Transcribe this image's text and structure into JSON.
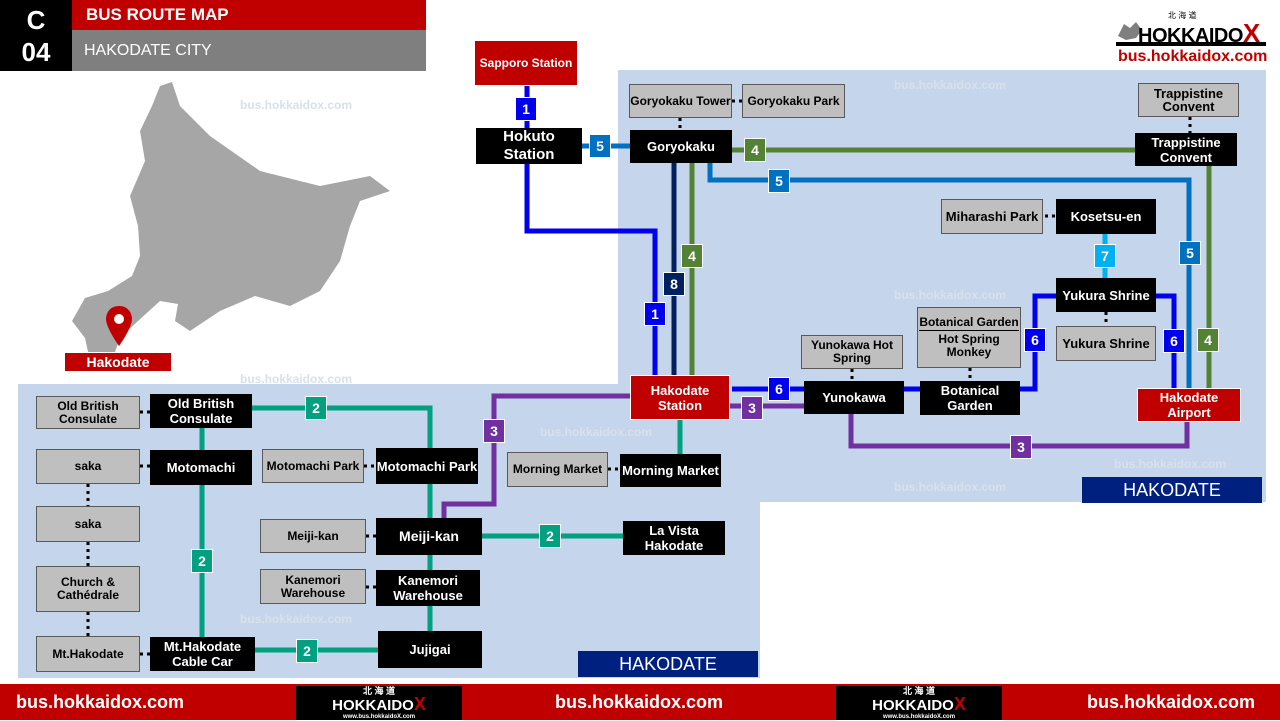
{
  "header": {
    "code_letter": "C",
    "code_number": "04",
    "title": "BUS ROUTE MAP",
    "subtitle": "HAKODATE CITY"
  },
  "brand": {
    "logo_text": "HOKKAIDO",
    "logo_x": "X",
    "logo_kanji": "北 海 道",
    "url": "bus.hokkaidox.com",
    "footer_url": "www.bus.hokkaidoX.com"
  },
  "inset_map": {
    "marker_label": "Hakodate"
  },
  "watermark": "bus.hokkaidox.com",
  "regions": {
    "east_label": "HAKODATE",
    "west_label": "HAKODATE"
  },
  "stops": {
    "sapporo": "Sapporo Station",
    "hokuto": "Hokuto Station",
    "goryokaku": "Goryokaku",
    "trappistine": "Trappistine Convent",
    "kosetsuen": "Kosetsu-en",
    "yukura": "Yukura Shrine",
    "hakodate_station": "Hakodate Station",
    "yunokawa": "Yunokawa",
    "botanical": "Botanical Garden",
    "airport": "Hakodate Airport",
    "morning_market": "Morning Market",
    "la_vista": "La Vista Hakodate",
    "old_british": "Old British Consulate",
    "motomachi": "Motomachi",
    "motomachi_park": "Motomachi Park",
    "meijikan": "Meiji-kan",
    "kanemori": "Kanemori Warehouse",
    "jujigai": "Jujigai",
    "cable_car": "Mt.Hakodate Cable Car"
  },
  "pois": {
    "goryokaku_tower": "Goryokaku Tower",
    "goryokaku_park": "Goryokaku Park",
    "trappistine_poi": "Trappistine Convent",
    "miharashi": "Miharashi Park",
    "yukura_poi": "Yukura Shrine",
    "botanical_hs_top": "Botanical Garden",
    "botanical_hs_bottom": "Hot Spring Monkey",
    "yunokawa_hs": "Yunokawa Hot Spring",
    "morning_market_poi": "Morning Market",
    "old_british_poi": "Old British Consulate",
    "saka1": "saka",
    "saka2": "saka",
    "church": "Church & Cathédrale",
    "mt_hakodate": "Mt.Hakodate",
    "motomachi_park_poi": "Motomachi Park",
    "meijikan_poi": "Meiji-kan",
    "kanemori_poi": "Kanemori Warehouse"
  },
  "routes": {
    "r1": "1",
    "r2": "2",
    "r3": "3",
    "r4": "4",
    "r5": "5",
    "r6": "6",
    "r7": "7",
    "r8": "8"
  },
  "colors": {
    "route1": "#0000ee",
    "route2": "#00a080",
    "route3": "#7030a0",
    "route4": "#548235",
    "route5": "#0070c0",
    "route6": "#0000ee",
    "route7": "#00b0f0",
    "route8": "#002060",
    "brand_red": "#c00000",
    "region_blue": "#c5d5ec"
  }
}
